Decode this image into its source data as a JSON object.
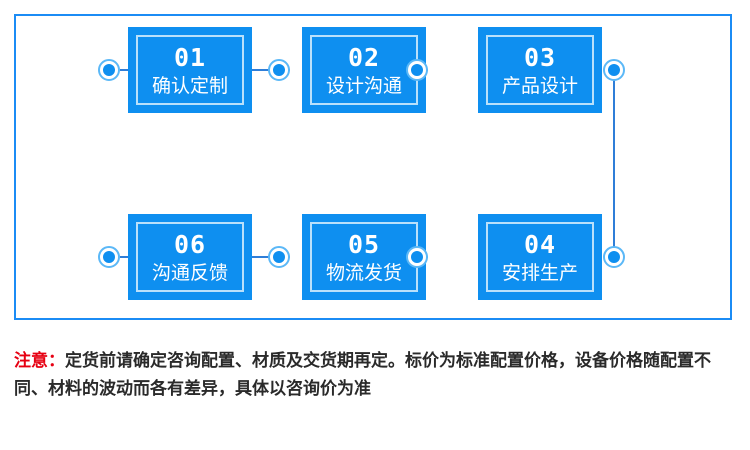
{
  "panel": {
    "border_color": "#1b8cf5",
    "accent_color": "#0e8ff0",
    "inner_border_color": "#b9e0fb",
    "line_color": "#2f7ed8"
  },
  "flow": {
    "row_top": [
      {
        "number": "01",
        "label": "确认定制"
      },
      {
        "number": "02",
        "label": "设计沟通"
      },
      {
        "number": "03",
        "label": "产品设计"
      }
    ],
    "row_bottom": [
      {
        "number": "06",
        "label": "沟通反馈"
      },
      {
        "number": "05",
        "label": "物流发货"
      },
      {
        "number": "04",
        "label": "安排生产"
      }
    ]
  },
  "note": {
    "warn_label": "注意：",
    "warn_color": "#e60012",
    "text": "定货前请确定咨询配置、材质及交货期再定。标价为标准配置价格，设备价格随配置不同、材料的波动而各有差异，具体以咨询价为准"
  }
}
